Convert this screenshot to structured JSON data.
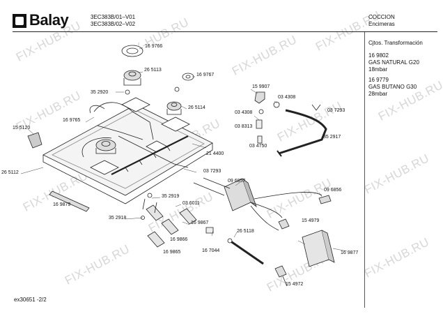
{
  "brand": {
    "name": "Balay"
  },
  "header": {
    "model_line_1": "3EC383B/01–V01",
    "model_line_2": "3EC383B/02–V02",
    "category": "COCCION",
    "subcategory": "Encimeras"
  },
  "sidebar": {
    "title": "Cjtos. Transformación",
    "groups": [
      {
        "part": "16 9802",
        "gas": "GAS NATURAL G20",
        "pressure": "18mbar"
      },
      {
        "part": "16 9779",
        "gas": "GAS BUTANO G30",
        "pressure": "28mbar"
      }
    ]
  },
  "parts": [
    "16 9766",
    "26 5113",
    "16 9767",
    "35 2920",
    "26 5114",
    "16 9765",
    "15 5120",
    "26 5112",
    "16 9879",
    "21 4400",
    "15 9907",
    "03 4308",
    "03 4308",
    "03 8313",
    "03 4750",
    "03 7293",
    "35 2917",
    "03 7293",
    "09 6857",
    "09 6856",
    "35 2919",
    "03 6011",
    "35 2918",
    "16 9867",
    "16 9866",
    "16 9865",
    "16 7044",
    "26 5118",
    "15 4979",
    "16 9877",
    "15 4972"
  ],
  "watermark": "FIX-HUB.RU",
  "footer": {
    "code": "ex30651 -2/2"
  },
  "colors": {
    "line": "#222222",
    "watermark": "#d7d7d7",
    "background": "#ffffff"
  }
}
